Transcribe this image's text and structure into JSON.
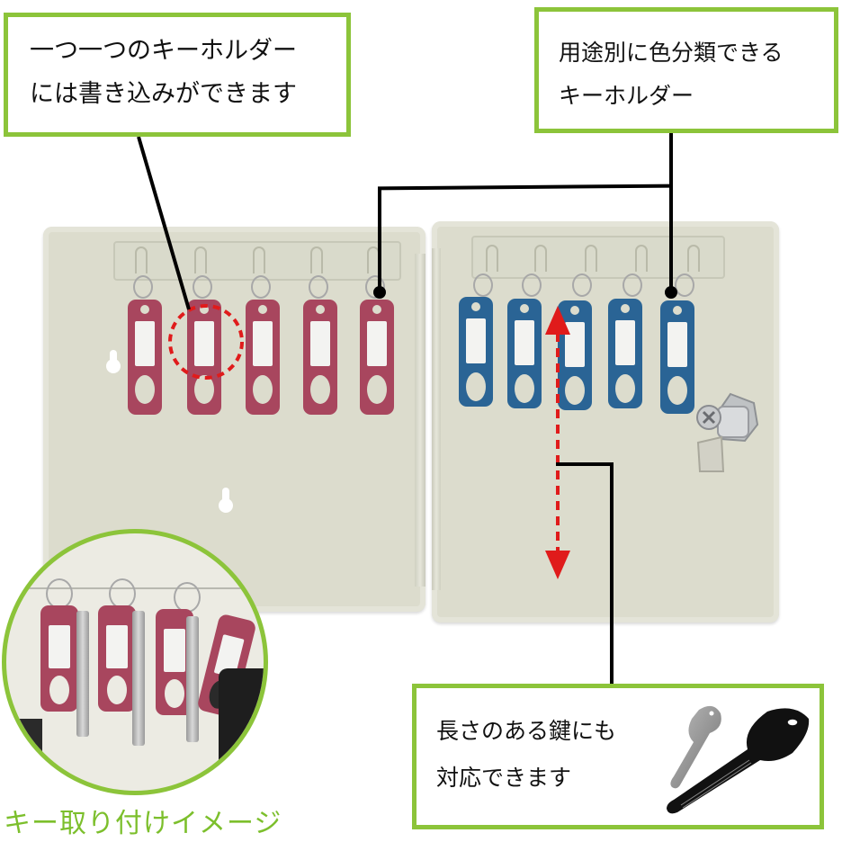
{
  "callouts": {
    "writable_tags": {
      "line1": "一つ一つのキーホルダー",
      "line2": "には書き込みができます"
    },
    "color_coding": {
      "line1": "用途別に色分類できる",
      "line2": "キーホルダー"
    },
    "long_keys": {
      "line1": "長さのある鍵にも",
      "line2": "対応できます"
    }
  },
  "inset": {
    "caption": "キー取り付けイメージ"
  },
  "product": {
    "left_panel_tags": 5,
    "right_panel_tags": 5,
    "left_tag_color": "#a8465e",
    "right_tag_color": "#2a6495"
  },
  "colors": {
    "accent_green": "#8cc43a",
    "caption_green": "#7cbf2c",
    "highlight_red": "#e01b1b",
    "box_beige": "#dcdccd"
  }
}
